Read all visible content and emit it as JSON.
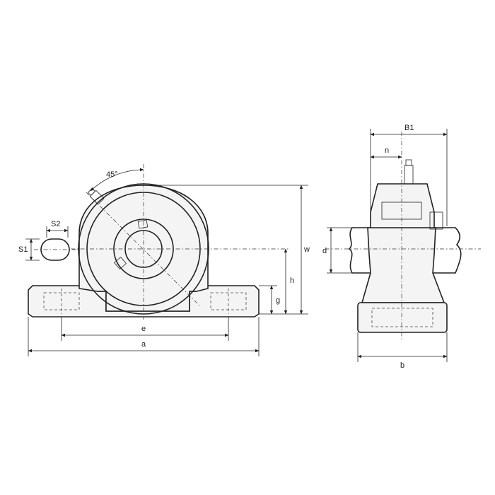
{
  "diagram": {
    "front_view": {
      "angle_label": "45°",
      "dimensions": {
        "s2": "S2",
        "s1": "S1",
        "e": "e",
        "a": "a",
        "g": "g",
        "h": "h",
        "w": "w"
      }
    },
    "side_view": {
      "dimensions": {
        "b1": "B1",
        "n": "n",
        "d": "d",
        "b": "b"
      }
    },
    "colors": {
      "line": "#222222",
      "background": "#ffffff"
    }
  }
}
